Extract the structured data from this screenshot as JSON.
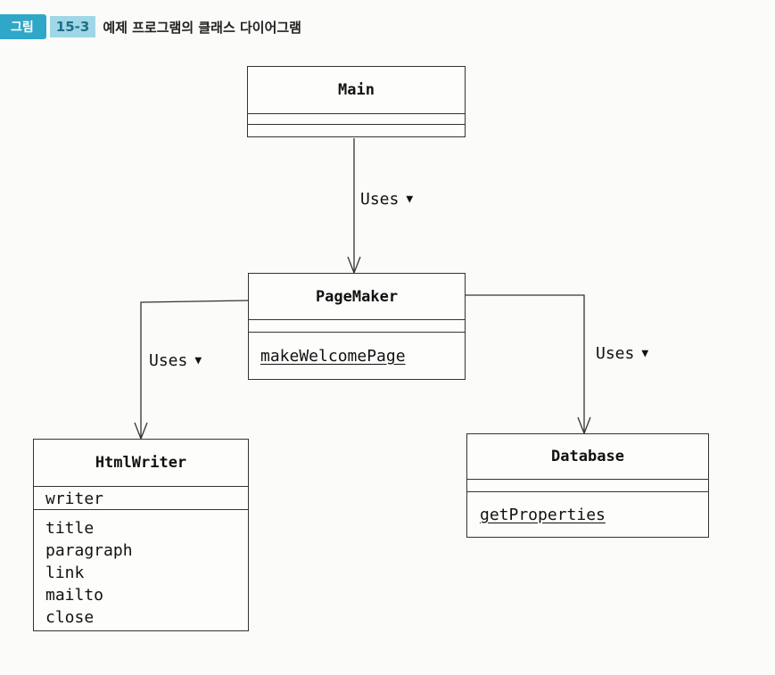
{
  "figure": {
    "tag": "그림",
    "number": "15-3",
    "title": "예제 프로그램의 클래스 다이어그램"
  },
  "classes": {
    "main": {
      "name": "Main",
      "fields": [],
      "methods": []
    },
    "pagemaker": {
      "name": "PageMaker",
      "fields": [],
      "methods": [
        "makeWelcomePage"
      ]
    },
    "htmlwriter": {
      "name": "HtmlWriter",
      "fields": [
        "writer"
      ],
      "methods": [
        "title",
        "paragraph",
        "link",
        "mailto",
        "close"
      ]
    },
    "database": {
      "name": "Database",
      "fields": [],
      "methods": [
        "getProperties"
      ]
    }
  },
  "relations": [
    {
      "from": "Main",
      "to": "PageMaker",
      "label": "Uses",
      "direction_mark": "▼"
    },
    {
      "from": "PageMaker",
      "to": "HtmlWriter",
      "label": "Uses",
      "direction_mark": "▼"
    },
    {
      "from": "PageMaker",
      "to": "Database",
      "label": "Uses",
      "direction_mark": "▼"
    }
  ]
}
